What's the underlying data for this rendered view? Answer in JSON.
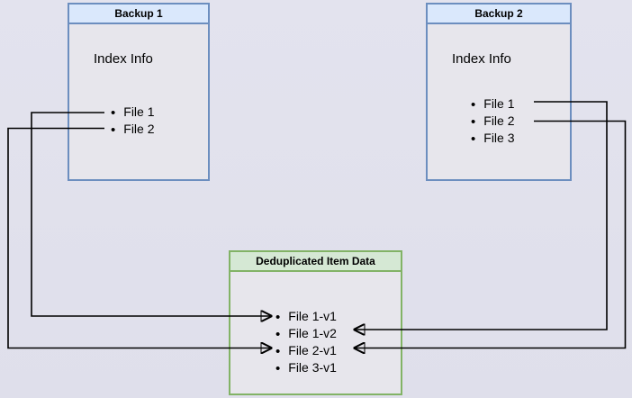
{
  "page": {
    "background": "#e3e3ee"
  },
  "colors": {
    "blue_fill": "#dae8fc",
    "blue_border": "#6c8ebf",
    "green_fill": "#d5e8d4",
    "green_border": "#82b366",
    "box_body_fill": "#e7e6ec",
    "line_color": "#000000"
  },
  "backup1": {
    "title": "Backup 1",
    "subtitle": "Index Info",
    "items": [
      "File 1",
      "File 2"
    ]
  },
  "backup2": {
    "title": "Backup 2",
    "subtitle": "Index Info",
    "items": [
      "File 1",
      "File 2",
      "File 3"
    ]
  },
  "dedup": {
    "title": "Deduplicated Item Data",
    "items": [
      "File 1-v1",
      "File 1-v2",
      "File 2-v1",
      "File 3-v1"
    ]
  },
  "connections": [
    {
      "from": "Backup 1 / File 1",
      "to": "File 1-v1"
    },
    {
      "from": "Backup 1 / File 2",
      "to": "File 2-v1"
    },
    {
      "from": "Backup 2 / File 1",
      "to": "File 1-v2"
    },
    {
      "from": "Backup 2 / File 2",
      "to": "File 2-v1"
    }
  ]
}
